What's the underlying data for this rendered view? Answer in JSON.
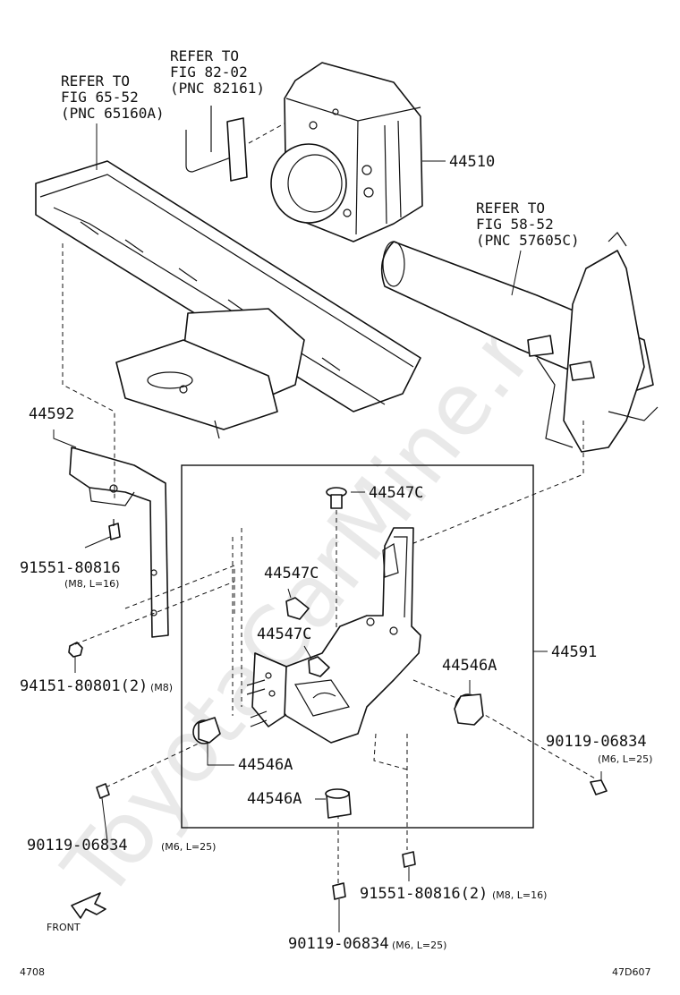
{
  "refs": {
    "fig82": [
      "REFER TO",
      "FIG 82-02",
      "(PNC 82161)"
    ],
    "fig65": [
      "REFER TO",
      "FIG 65-52",
      "(PNC 65160A)"
    ],
    "fig58": [
      "REFER TO",
      "FIG 58-52",
      "(PNC 57605C)"
    ]
  },
  "parts": {
    "p44510": "44510",
    "p44592": "44592",
    "p44591": "44591",
    "p44547c_1": "44547C",
    "p44547c_2": "44547C",
    "p44547c_3": "44547C",
    "p44546a_1": "44546A",
    "p44546a_2": "44546A",
    "p44546a_3": "44546A",
    "p91551_a": "91551-80816",
    "p91551_a_sub": "(M8, L=16)",
    "p94151": "94151-80801(2)",
    "p94151_sub": "(M8)",
    "p90119_r": "90119-06834",
    "p90119_r_sub": "(M6, L=25)",
    "p90119_l": "90119-06834",
    "p90119_l_sub": "(M6, L=25)",
    "p91551_b": "91551-80816(2)",
    "p91551_b_sub": "(M8, L=16)",
    "p90119_b": "90119-06834",
    "p90119_b_sub": "(M6, L=25)"
  },
  "footer": {
    "front": "FRONT",
    "left_code": "4708",
    "right_code": "47D607"
  },
  "watermark": "ToyotaCarMine.ru"
}
